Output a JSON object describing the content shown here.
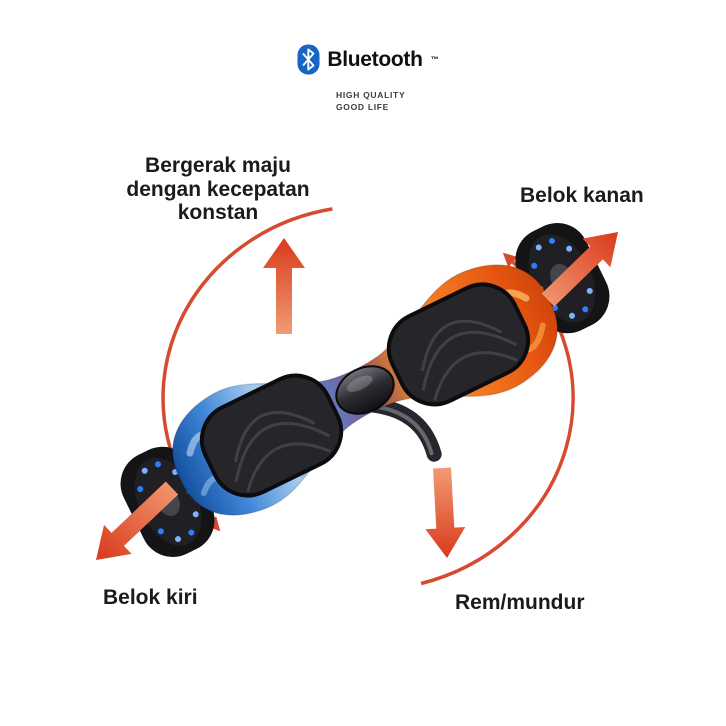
{
  "brand": {
    "name": "Bluetooth",
    "trademark": "™",
    "tagline": [
      "HIGH QUALITY",
      "GOOD LIFE"
    ]
  },
  "annotations": {
    "forward": {
      "lines": [
        "Bergerak maju",
        "dengan kecepatan",
        "konstan"
      ]
    },
    "turn_right": {
      "label": "Belok kanan"
    },
    "turn_left": {
      "label": "Belok kiri"
    },
    "brake": {
      "label": "Rem/mundur"
    }
  },
  "icons": {
    "bluetooth": "bluetooth-icon",
    "forward_arrow": "arrow-up-icon",
    "turn_right_arrow": "arrow-up-right-icon",
    "turn_left_arrow": "arrow-down-left-icon",
    "brake_arrow": "arrow-down-icon",
    "rotation": "circular-rotation-arrow-icon"
  },
  "colors": {
    "arrow_red": "#d84a2c",
    "bluetooth_blue": "#1765c4",
    "flame_blue": "#2f7bd8",
    "flame_orange": "#f07020",
    "led_blue": "#2f7dff",
    "text": "#1b1b1b"
  }
}
